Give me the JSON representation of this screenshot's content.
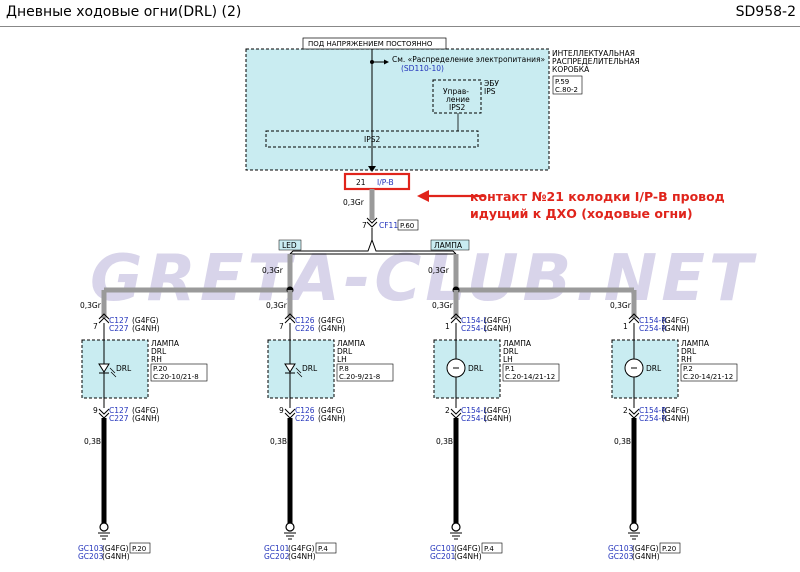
{
  "header": {
    "title": "Дневные ходовые огни(DRL) (2)",
    "code": "SD958-2"
  },
  "top": {
    "always_hot": "ПОД НАПРЯЖЕНИЕМ ПОСТОЯННО",
    "see_ref": "См. «Распределение электропитания»",
    "see_ref_code": "(SD110-10)",
    "box_name": [
      "ИНТЕЛЛЕКТУАЛЬНАЯ",
      "РАСПРЕДЕЛИТЕЛЬНАЯ",
      "КОРОБКА"
    ],
    "box_ref": [
      "P.59",
      "C.80-2"
    ],
    "ecu_label": [
      "ЭБУ",
      "IPS"
    ],
    "ctrl_label": [
      "Управ-",
      "ление",
      "IPS2"
    ],
    "ips2": "IPS2",
    "pin": "21",
    "connector": "I/P-B",
    "wire": "0,3Gr",
    "cf_pin": "7",
    "cf": "CF11",
    "cf_ref": "P.60",
    "tag_led": "LED",
    "tag_lamp": "ЛАМПА"
  },
  "annotation": [
    "контакт №21 колодки I/P-B  провод",
    "идущий к ДХО (ходовые огни)"
  ],
  "watermark": "GRETA-CLUB.NET",
  "branch_wires": [
    "0,3Gr",
    "0,3Gr"
  ],
  "lamps": [
    {
      "wire_top": "0,3Gr",
      "pin_top": "7",
      "conn_top": [
        "C127",
        "C227"
      ],
      "var_top": [
        "(G4FG)",
        "(G4NH)"
      ],
      "label": [
        "ЛАМПА",
        "DRL",
        "RH"
      ],
      "ref": [
        "P.20",
        "C.20-10/21-8"
      ],
      "name": "DRL",
      "pin_bot": "9",
      "conn_bot": [
        "C127",
        "C227"
      ],
      "var_bot": [
        "(G4FG)",
        "(G4NH)"
      ],
      "wire_bot": "0,3B",
      "gnd": [
        "GC103",
        "GC203"
      ],
      "gnd_var": [
        "(G4FG)",
        "(G4NH)"
      ],
      "gnd_ref": "P.20"
    },
    {
      "wire_top": "0,3Gr",
      "pin_top": "7",
      "conn_top": [
        "C126",
        "C226"
      ],
      "var_top": [
        "(G4FG)",
        "(G4NH)"
      ],
      "label": [
        "ЛАМПА",
        "DRL",
        "LH"
      ],
      "ref": [
        "P.8",
        "C.20-9/21-8"
      ],
      "name": "DRL",
      "pin_bot": "9",
      "conn_bot": [
        "C126",
        "C226"
      ],
      "var_bot": [
        "(G4FG)",
        "(G4NH)"
      ],
      "wire_bot": "0,3B",
      "gnd": [
        "GC101",
        "GC202"
      ],
      "gnd_var": [
        "(G4FG)",
        "(G4NH)"
      ],
      "gnd_ref": "P.4"
    },
    {
      "wire_top": "0,3Gr",
      "pin_top": "1",
      "conn_top": [
        "C154-L",
        "C254-L"
      ],
      "var_top": [
        "(G4FG)",
        "(G4NH)"
      ],
      "label": [
        "ЛАМПА",
        "DRL",
        "LH"
      ],
      "ref": [
        "P.1",
        "C.20-14/21-12"
      ],
      "name": "DRL",
      "pin_bot": "2",
      "conn_bot": [
        "C154-L",
        "C254-L"
      ],
      "var_bot": [
        "(G4FG)",
        "(G4NH)"
      ],
      "wire_bot": "0,3B",
      "gnd": [
        "GC101",
        "GC201"
      ],
      "gnd_var": [
        "(G4FG)",
        "(G4NH)"
      ],
      "gnd_ref": "P.4"
    },
    {
      "wire_top": "0,3Gr",
      "pin_top": "1",
      "conn_top": [
        "C154-R",
        "C254-R"
      ],
      "var_top": [
        "(G4FG)",
        "(G4NH)"
      ],
      "label": [
        "ЛАМПА",
        "DRL",
        "RH"
      ],
      "ref": [
        "P.2",
        "C.20-14/21-12"
      ],
      "name": "DRL",
      "pin_bot": "2",
      "conn_bot": [
        "C154-R",
        "C254-R"
      ],
      "var_bot": [
        "(G4FG)",
        "(G4NH)"
      ],
      "wire_bot": "0,3B",
      "gnd": [
        "GC103",
        "GC203"
      ],
      "gnd_var": [
        "(G4FG)",
        "(G4NH)"
      ],
      "gnd_ref": "P.20"
    }
  ],
  "colors": {
    "box_fill": "#c9ecf1",
    "wire_gray": "#9a9a9a",
    "wire_black": "#000000",
    "accent_red": "#e0241b",
    "conn_blue": "#2233bb"
  }
}
